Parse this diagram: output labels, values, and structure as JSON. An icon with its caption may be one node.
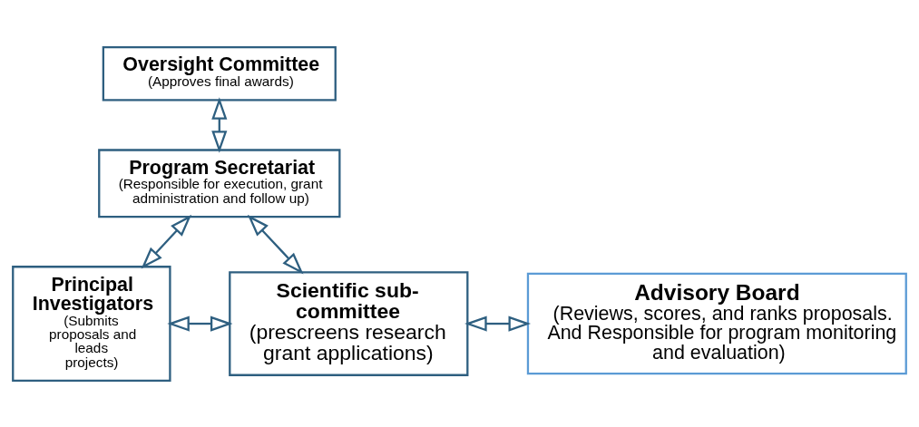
{
  "diagram": {
    "nodes": [
      {
        "text": [
          "Oversight Committee",
          "(Approves final awards)"
        ]
      },
      {
        "text": [
          "Program Secretariat",
          "(Responsible for execution, grant administration and follow up)"
        ]
      },
      {
        "text": [
          "Principal Investigators",
          "(Submits proposals and leads projects)"
        ]
      },
      {
        "text": [
          "Scientific sub-committee",
          "(prescreens research grant applications)"
        ]
      },
      {
        "text": [
          "Advisory Board",
          "(Reviews, scores, and ranks proposals. And Responsible for program monitoring and evaluation)"
        ]
      }
    ],
    "edges": [
      {
        "from": 0,
        "to": 1,
        "arrow": "both"
      },
      {
        "from": 1,
        "to": 2,
        "arrow": "both"
      },
      {
        "from": 1,
        "to": 3,
        "arrow": "both"
      },
      {
        "from": 2,
        "to": 3,
        "arrow": "both"
      },
      {
        "from": 3,
        "to": 4,
        "arrow": "both"
      }
    ]
  }
}
